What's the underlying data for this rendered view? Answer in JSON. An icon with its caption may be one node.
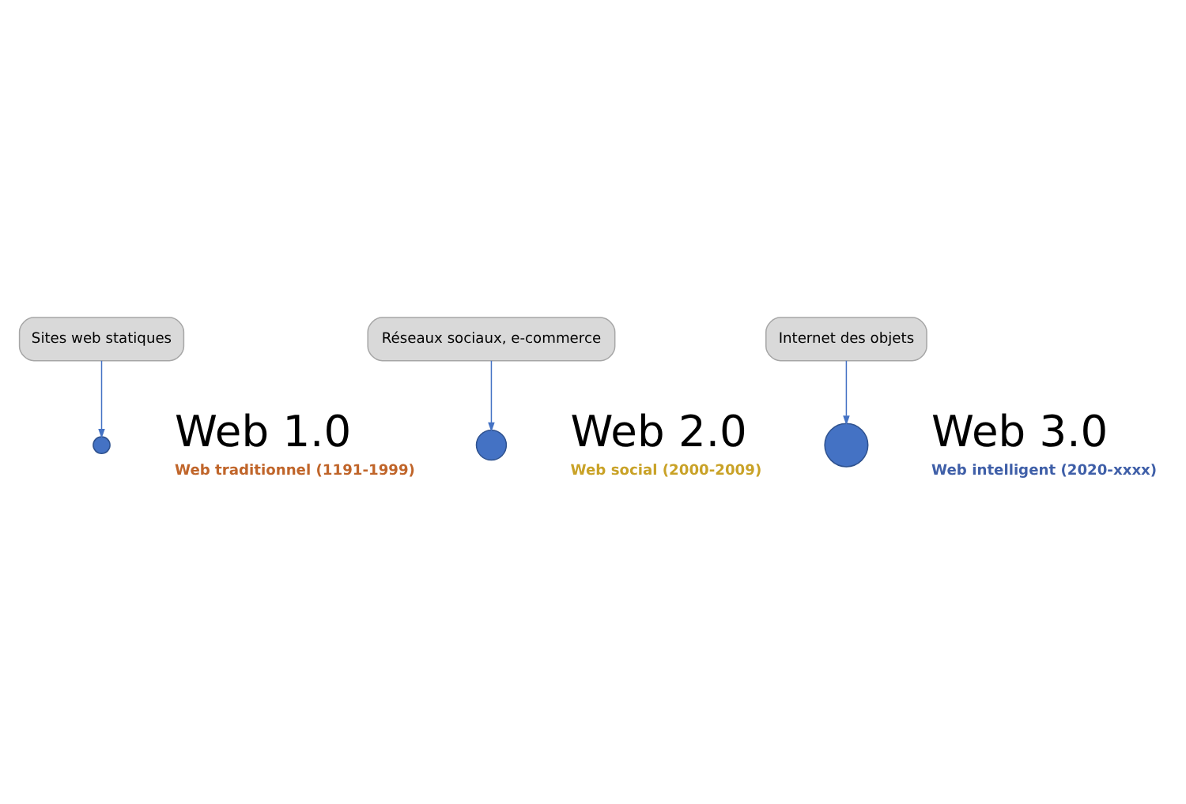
{
  "diagram": {
    "nodes": [
      {
        "text": [
          "Sites web statiques"
        ]
      },
      {
        "text": [
          "Réseaux sociaux, e-commerce"
        ]
      },
      {
        "text": [
          "Internet des objets"
        ]
      },
      {
        "text": [],
        "shape": "circle",
        "beside": [
          "Web 1.0",
          "Web traditionnel (1191-1999)"
        ]
      },
      {
        "text": [],
        "shape": "circle",
        "beside": [
          "Web 2.0",
          "Web social (2000-2009)"
        ]
      },
      {
        "text": [],
        "shape": "circle",
        "beside": [
          "Web 3.0",
          "Web intelligent (2020-xxxx)"
        ]
      }
    ],
    "edges": [
      {
        "from": 0,
        "to": 3,
        "arrow": "to"
      },
      {
        "from": 1,
        "to": 4,
        "arrow": "to"
      },
      {
        "from": 2,
        "to": 5,
        "arrow": "to"
      }
    ]
  }
}
